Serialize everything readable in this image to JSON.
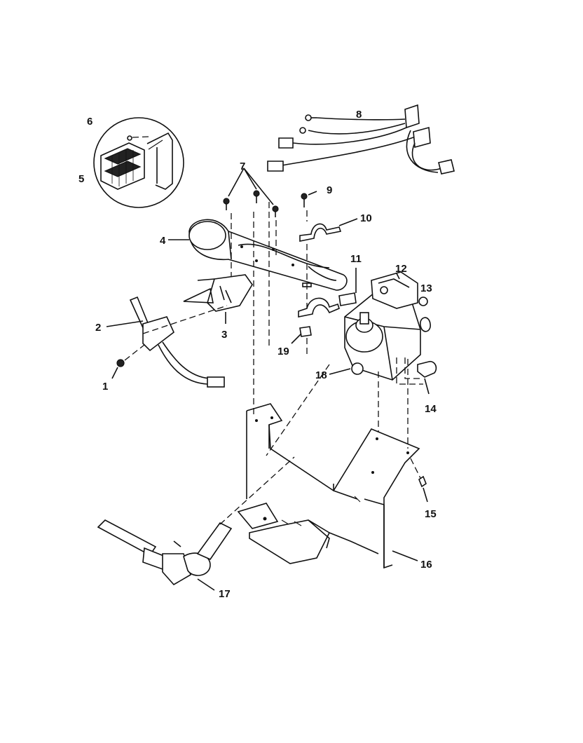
{
  "parts": [
    {
      "id": "1",
      "label": "1"
    },
    {
      "id": "2",
      "label": "2"
    },
    {
      "id": "3",
      "label": "3"
    },
    {
      "id": "4",
      "label": "4"
    },
    {
      "id": "5",
      "label": "5"
    },
    {
      "id": "6",
      "label": "6"
    },
    {
      "id": "7",
      "label": "7"
    },
    {
      "id": "8",
      "label": "8"
    },
    {
      "id": "9",
      "label": "9"
    },
    {
      "id": "10",
      "label": "10"
    },
    {
      "id": "11",
      "label": "11"
    },
    {
      "id": "12",
      "label": "12"
    },
    {
      "id": "13",
      "label": "13"
    },
    {
      "id": "14",
      "label": "14"
    },
    {
      "id": "15",
      "label": "15"
    },
    {
      "id": "16",
      "label": "16"
    },
    {
      "id": "17",
      "label": "17"
    },
    {
      "id": "18",
      "label": "18"
    },
    {
      "id": "19",
      "label": "19"
    }
  ],
  "colors": {
    "ink": "#111111",
    "paper": "#ffffff"
  }
}
